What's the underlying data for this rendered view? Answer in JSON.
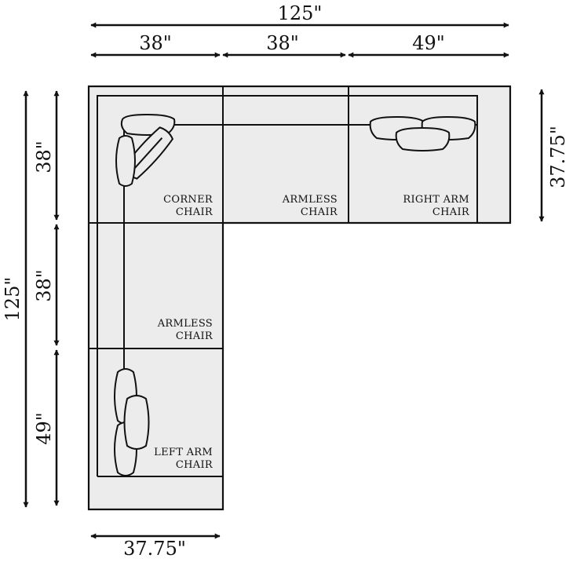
{
  "dimensions": {
    "top_total": "125\"",
    "top_seg1": "38\"",
    "top_seg2": "38\"",
    "top_seg3": "49\"",
    "right_depth": "37.75\"",
    "left_total": "125\"",
    "left_seg1": "38\"",
    "left_seg2": "38\"",
    "left_seg3": "49\"",
    "bottom_depth": "37.75\""
  },
  "pieces": {
    "corner": {
      "line1": "CORNER",
      "line2": "CHAIR"
    },
    "armless_top": {
      "line1": "ARMLESS",
      "line2": "CHAIR"
    },
    "right_arm": {
      "line1": "RIGHT ARM",
      "line2": "CHAIR"
    },
    "armless_left": {
      "line1": "ARMLESS",
      "line2": "CHAIR"
    },
    "left_arm": {
      "line1": "LEFT ARM",
      "line2": "CHAIR"
    }
  },
  "colors": {
    "line": "#111111",
    "fill": "#ececec"
  }
}
